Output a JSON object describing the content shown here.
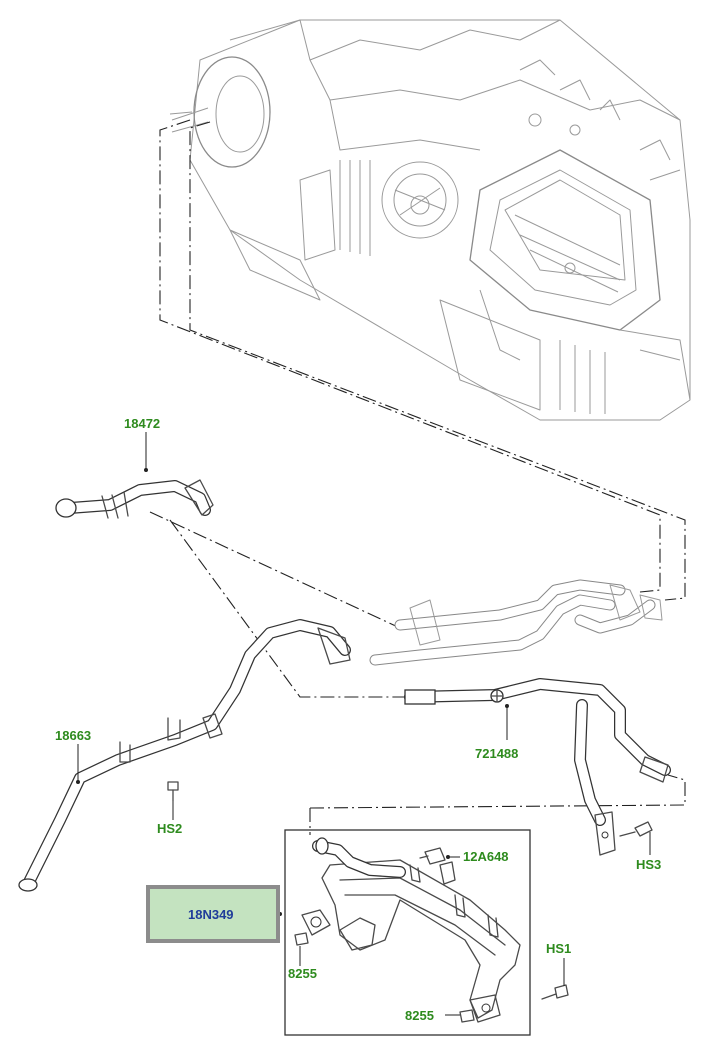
{
  "callouts": {
    "c18472": "18472",
    "c18663": "18663",
    "cHS2": "HS2",
    "c721488": "721488",
    "cHS3": "HS3",
    "c12A648": "12A648",
    "c18N349": "18N349",
    "cHS1": "HS1",
    "c8255a": "8255",
    "c8255b": "8255"
  },
  "colors": {
    "callout_text": "#2e8b1e",
    "highlight_text": "#1f3c9a",
    "highlight_fill": "#c4e3c0",
    "highlight_border": "#8c8c8c"
  },
  "highlighted_part": "18N349"
}
